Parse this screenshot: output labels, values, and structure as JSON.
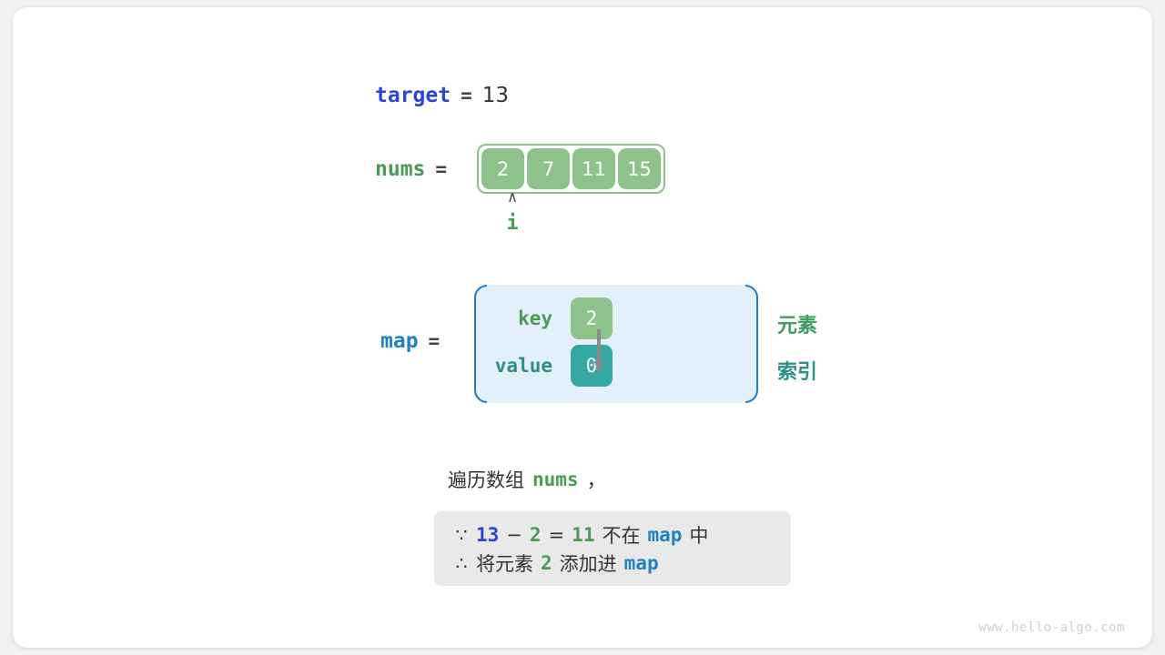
{
  "figure": {
    "watermark": "www.hello-algo.com"
  },
  "target": {
    "name": "target",
    "equals": "=",
    "value": "13"
  },
  "nums": {
    "name": "nums",
    "equals": "=",
    "cells": [
      "2",
      "7",
      "11",
      "15"
    ],
    "pointer": {
      "caret": "∧",
      "label": "i",
      "index": 0
    }
  },
  "map": {
    "name": "map",
    "equals": "=",
    "rows": [
      {
        "label": "key",
        "value": "2"
      },
      {
        "label": "value",
        "value": "0"
      }
    ],
    "annotations": {
      "element": "元素",
      "index": "索引"
    }
  },
  "caption": {
    "prefix": "遍历数组",
    "var": "nums",
    "suffix": "，"
  },
  "reason": {
    "line1": {
      "symbol": "∵",
      "a": "13",
      "minus": "−",
      "b": "2",
      "eq": "=",
      "result": "11",
      "text_mid": "不在",
      "map": "map",
      "text_end": "中"
    },
    "line2": {
      "symbol": "∴",
      "text_start": "将元素",
      "element": "2",
      "text_mid": "添加进",
      "map": "map"
    }
  },
  "colors": {
    "target_blue": "#2b46d6",
    "map_blue": "#1f81c6",
    "green": "#499b55",
    "teal": "#2c8f8a",
    "cell_green": "#8dc28b",
    "cell_teal": "#36a8a3",
    "map_bg": "#e3f0fa",
    "reason_bg": "#e9e9e9"
  }
}
